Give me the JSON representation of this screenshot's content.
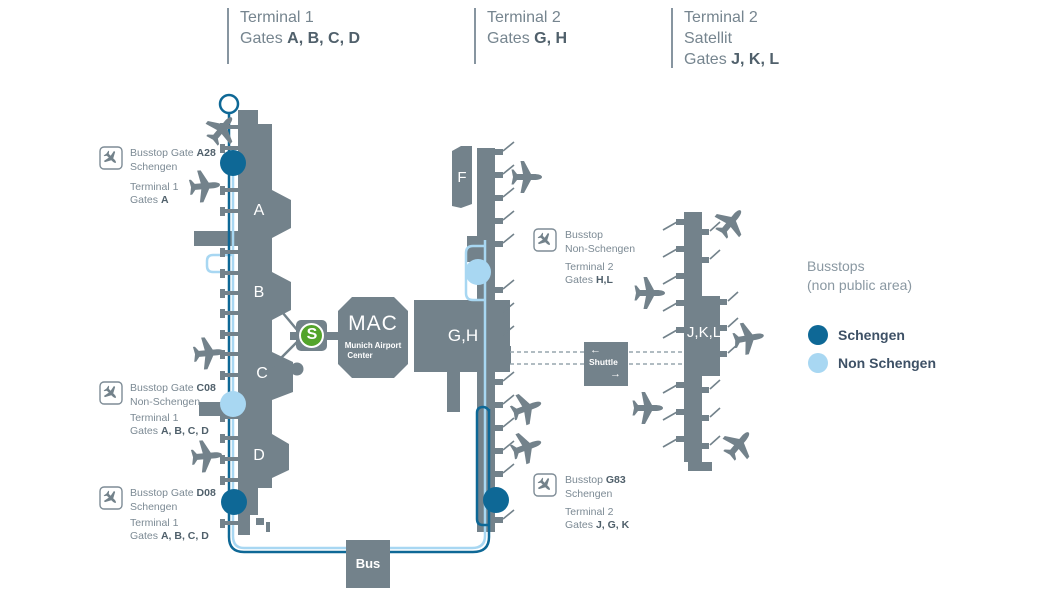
{
  "headers": [
    {
      "title": "Terminal 1",
      "subtitle": "",
      "gates_prefix": "Gates ",
      "gates_bold": "A, B, C, D"
    },
    {
      "title": "Terminal 2",
      "subtitle": "",
      "gates_prefix": "Gates ",
      "gates_bold": "G, H"
    },
    {
      "title": "Terminal 2",
      "subtitle": "Satellit",
      "gates_prefix": "Gates ",
      "gates_bold": "J, K, L"
    }
  ],
  "busstops": [
    {
      "name_prefix": "Busstop Gate ",
      "name_bold": "A28",
      "zone": "Schengen",
      "terminal": "Terminal 1",
      "gates_prefix": "Gates ",
      "gates_bold": "A"
    },
    {
      "name_prefix": "Busstop Gate ",
      "name_bold": "C08",
      "zone": "Non-Schengen",
      "terminal": "Terminal 1",
      "gates_prefix": "Gates ",
      "gates_bold": "A, B, C, D"
    },
    {
      "name_prefix": "Busstop Gate ",
      "name_bold": "D08",
      "zone": "Schengen",
      "terminal": "Terminal 1",
      "gates_prefix": "Gates ",
      "gates_bold": "A, B, C, D"
    },
    {
      "name_prefix": "Busstop",
      "name_bold": "",
      "zone": "Non-Schengen",
      "terminal": "Terminal 2",
      "gates_prefix": "Gates ",
      "gates_bold": "H,L"
    },
    {
      "name_prefix": "Busstop ",
      "name_bold": "G83",
      "zone": "Schengen",
      "terminal": "Terminal 2",
      "gates_prefix": "Gates ",
      "gates_bold": "J, G, K"
    }
  ],
  "legend": {
    "title": "Busstops",
    "subtitle": "(non public area)",
    "schengen": "Schengen",
    "non_schengen": "Non Schengen"
  },
  "buildings": {
    "t1_a": "A",
    "t1_b": "B",
    "t1_c": "C",
    "t1_d": "D",
    "t2_f": "F",
    "t2_gh": "G,H",
    "satellite": "J,K,L",
    "mac": "MAC",
    "mac_sub1": "Munich Airport",
    "mac_sub2": "Center",
    "sbahn": "S"
  },
  "transport": {
    "bus": "Bus",
    "shuttle": "Shuttle",
    "arrow_left": "←",
    "arrow_right": "→"
  },
  "colors": {
    "schengen": "#0E6896",
    "non_schengen": "#A8D7F2",
    "building": "#73828B"
  }
}
